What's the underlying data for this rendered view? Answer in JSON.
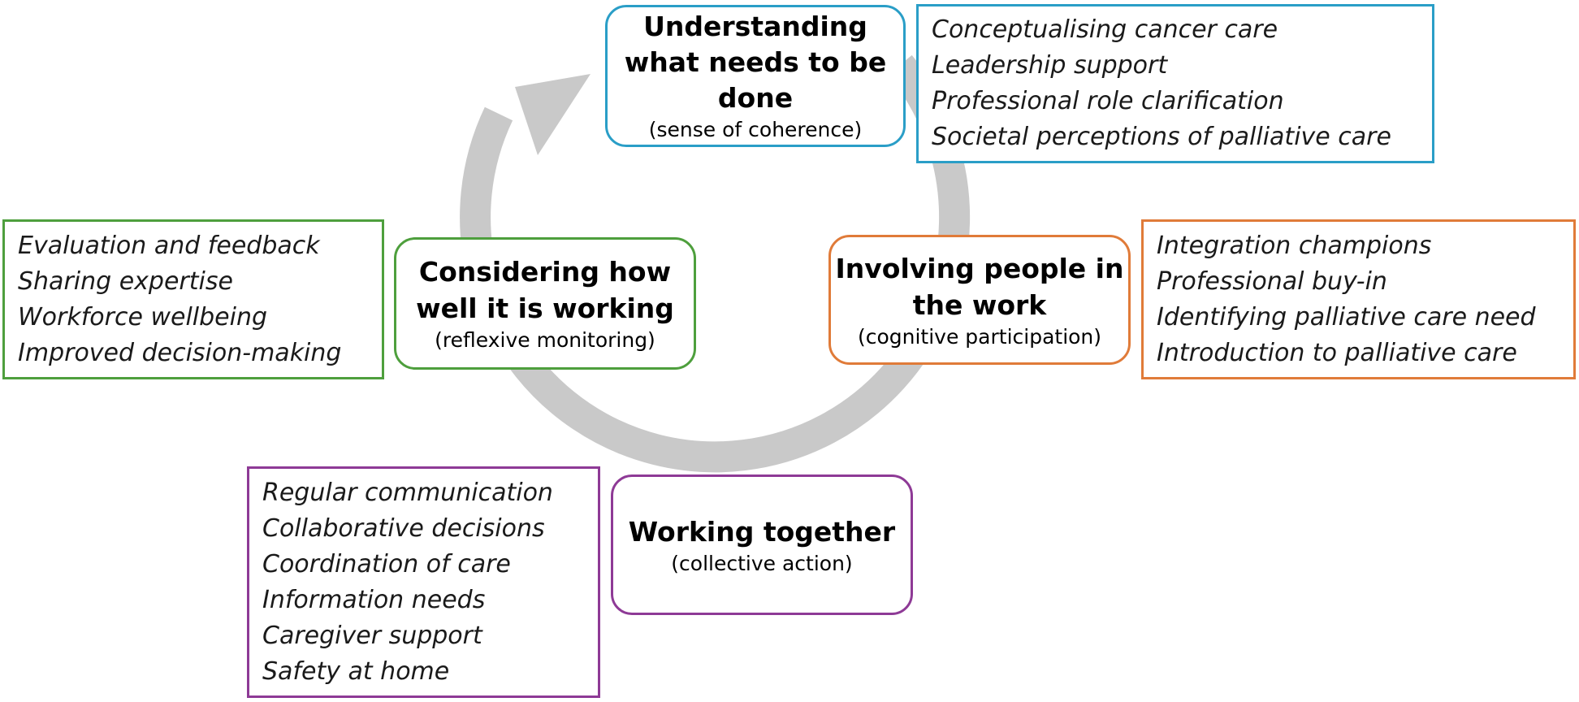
{
  "colors": {
    "coherence": "#2a9ec7",
    "cognitive": "#e07b39",
    "collective": "#8e3a96",
    "reflexive": "#4e9f3d",
    "cycle_arrow": "#c9c9c9"
  },
  "nodes": {
    "coherence": {
      "title_lines": [
        "Understanding",
        "what needs to be",
        "done"
      ],
      "subtitle": "(sense of coherence)"
    },
    "cognitive": {
      "title_lines": [
        "Involving people in",
        "the work"
      ],
      "subtitle": "(cognitive participation)"
    },
    "collective": {
      "title_lines": [
        "Working together"
      ],
      "subtitle": "(collective action)"
    },
    "reflexive": {
      "title_lines": [
        "Considering how",
        "well it is working"
      ],
      "subtitle": "(reflexive monitoring)"
    }
  },
  "factors": {
    "coherence": [
      "Conceptualising cancer care",
      "Leadership support",
      "Professional role clarification",
      "Societal perceptions of palliative care"
    ],
    "cognitive": [
      "Integration champions",
      "Professional buy-in",
      "Identifying palliative care need",
      "Introduction to palliative care"
    ],
    "collective": [
      "Regular communication",
      "Collaborative decisions",
      "Coordination of care",
      "Information needs",
      "Caregiver support",
      "Safety at home"
    ],
    "reflexive": [
      "Evaluation and feedback",
      "Sharing expertise",
      "Workforce wellbeing",
      "Improved decision-making"
    ]
  }
}
